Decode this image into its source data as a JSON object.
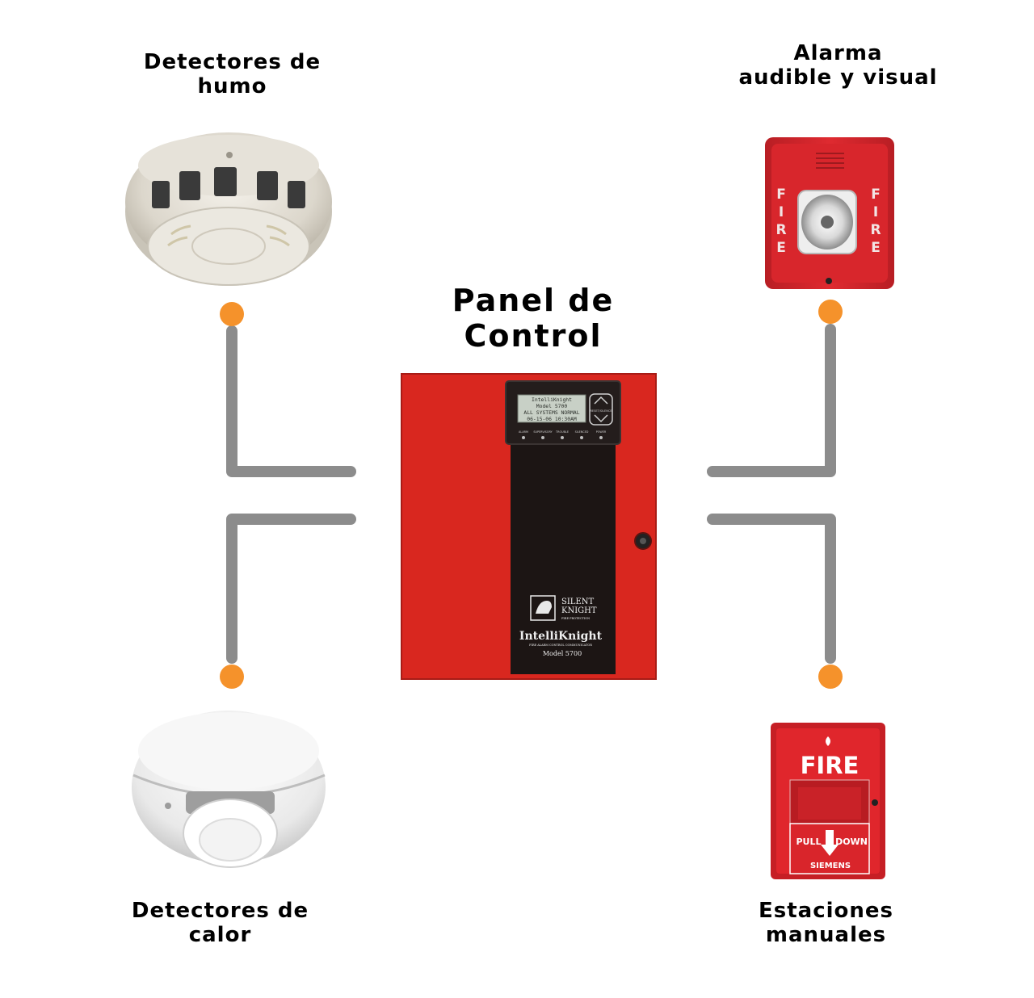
{
  "title": {
    "line1": "Panel de",
    "line2": "Control"
  },
  "devices": {
    "smoke": {
      "line1": "Detectores de",
      "line2": "humo"
    },
    "alarm": {
      "line1": "Alarma",
      "line2": "audible y visual"
    },
    "heat": {
      "line1": "Detectores de",
      "line2": "calor"
    },
    "manual": {
      "line1": "Estaciones",
      "line2": "manuales"
    }
  },
  "panel": {
    "lcd_line1": "IntelliKnight",
    "lcd_line2": "Model 5700",
    "lcd_line3": "ALL SYSTEMS NORMAL",
    "lcd_line4": "06-15-06  10:30AM",
    "button_label": "RESET/SILENCE",
    "led_labels": [
      "ALARM",
      "SUPERVISORY",
      "TROUBLE",
      "SILENCED",
      "POWER"
    ],
    "brand_line1": "SILENT",
    "brand_line2": "KNIGHT",
    "brand_sub": "FIRE PROTECTION",
    "product": "IntelliKnight",
    "product_sub": "FIRE ALARM CONTROL COMMUNICATOR",
    "model": "Model 5700"
  },
  "horn_strobe": {
    "left_text": "FIRE",
    "right_text": "FIRE"
  },
  "pull_station": {
    "top": "FIRE",
    "pull": "PULL",
    "down": "DOWN",
    "brand": "SIEMENS"
  },
  "colors": {
    "connector": "#8c8c8c",
    "node": "#f5922b",
    "panel_red": "#d9271f",
    "panel_black": "#1c1514",
    "device_red": "#d8262c"
  }
}
